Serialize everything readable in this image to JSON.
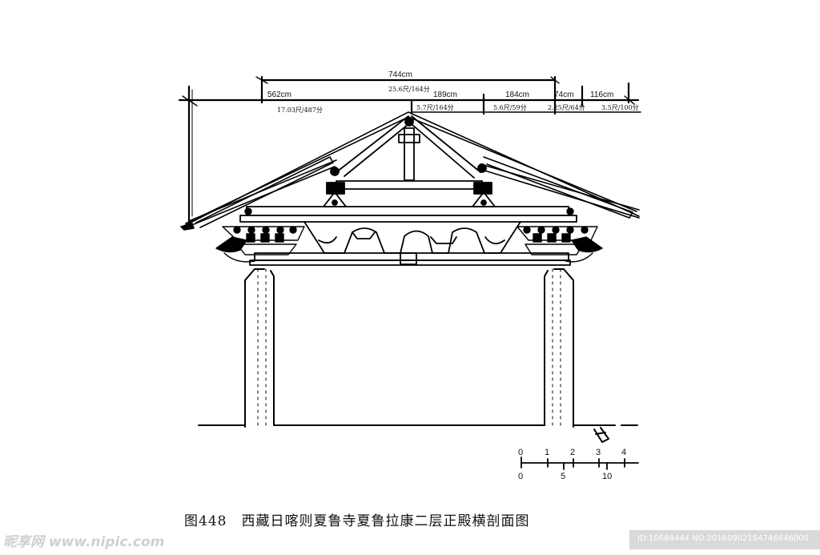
{
  "dimensions": {
    "top_span": "744cm",
    "top_span_ratio": "25.6尺/164分",
    "left_span": "562cm",
    "left_span_ratio": "17.03尺/487分",
    "mid_span": "189cm",
    "mid_span_ratio": "5.7尺/164分",
    "right_span": "184cm",
    "right_span_ratio": "5.6尺/59分",
    "eave_span": "74cm",
    "eave_span_ratio": "2.25尺/64分",
    "outer_span": "116cm",
    "outer_span_ratio": "3.5尺/100分"
  },
  "scale_bar": {
    "top_ticks": [
      "0",
      "1",
      "2",
      "3",
      "4"
    ],
    "bottom_ticks": [
      "0",
      "5",
      "10"
    ]
  },
  "caption": "图448　西藏日喀则夏鲁寺夏鲁拉康二层正殿横剖面图",
  "watermark": {
    "site": "昵享网 www.nipic.com",
    "id": "ID:10684444 NO:20160902154746646000"
  }
}
